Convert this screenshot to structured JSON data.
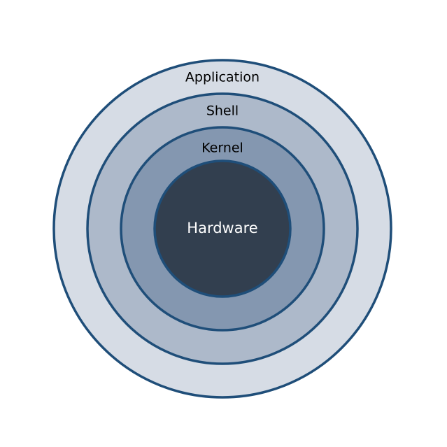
{
  "diagram": {
    "layers": [
      {
        "id": "application",
        "label": "Application",
        "fill": "#d6dce5",
        "text_color": "#000000"
      },
      {
        "id": "shell",
        "label": "Shell",
        "fill": "#adb9ca",
        "text_color": "#000000"
      },
      {
        "id": "kernel",
        "label": "Kernel",
        "fill": "#8497b0",
        "text_color": "#000000"
      },
      {
        "id": "hardware",
        "label": "Hardware",
        "fill": "#323f4f",
        "text_color": "#ffffff"
      }
    ],
    "outline_color": "#1f4e79"
  }
}
